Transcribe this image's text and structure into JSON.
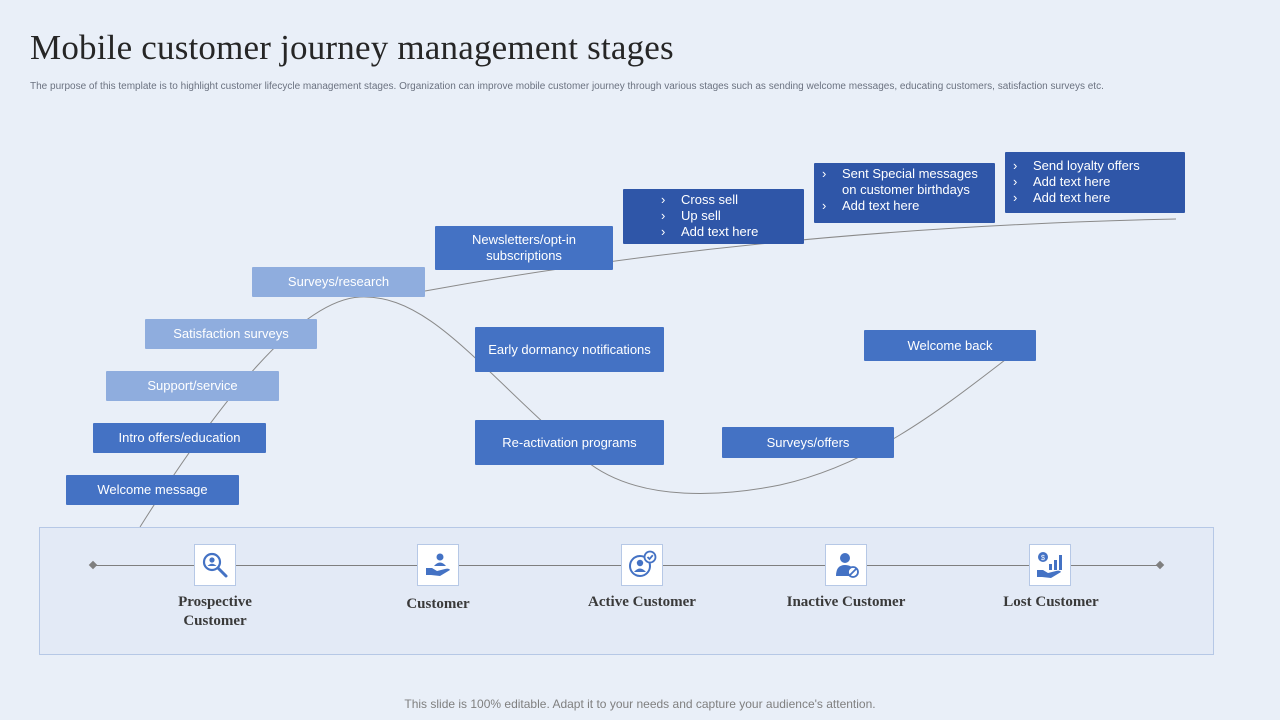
{
  "title": "Mobile customer journey management stages",
  "subtitle": "The purpose of this template is to highlight customer lifecycle management stages. Organization can improve mobile  customer journey through various stages such as sending welcome messages, educating customers, satisfaction surveys etc.",
  "boxes": {
    "welcome_message": "Welcome message",
    "intro_offers": "Intro offers/education",
    "support_service": "Support/service",
    "satisfaction_surveys": "Satisfaction surveys",
    "surveys_research": "Surveys/research",
    "newsletters": "Newsletters/opt-in subscriptions",
    "early_dormancy": "Early dormancy notifications",
    "reactivation": "Re-activation  programs",
    "surveys_offers": "Surveys/offers",
    "welcome_back": "Welcome back"
  },
  "lists": {
    "cross_sell": [
      "Cross sell",
      "Up sell",
      "Add text here"
    ],
    "special_messages": [
      "Sent Special messages on customer birthdays",
      "Add text here"
    ],
    "loyalty": [
      "Send loyalty offers",
      "Add text here",
      "Add text here"
    ]
  },
  "stages": [
    {
      "label": "Prospective Customer",
      "icon": "search-user-icon"
    },
    {
      "label": "Customer",
      "icon": "hand-user-icon"
    },
    {
      "label": "Active Customer",
      "icon": "user-check-icon"
    },
    {
      "label": "Inactive Customer",
      "icon": "user-blocked-icon"
    },
    {
      "label": "Lost Customer",
      "icon": "money-growth-icon"
    }
  ],
  "footer": "This slide is 100% editable. Adapt it to your needs and capture your audience's attention.",
  "colors": {
    "background": "#e9eff8",
    "light_box": "#8fadde",
    "mid_box": "#4472c4",
    "dark_box": "#2f56a8",
    "icon_blue": "#4472c4"
  }
}
